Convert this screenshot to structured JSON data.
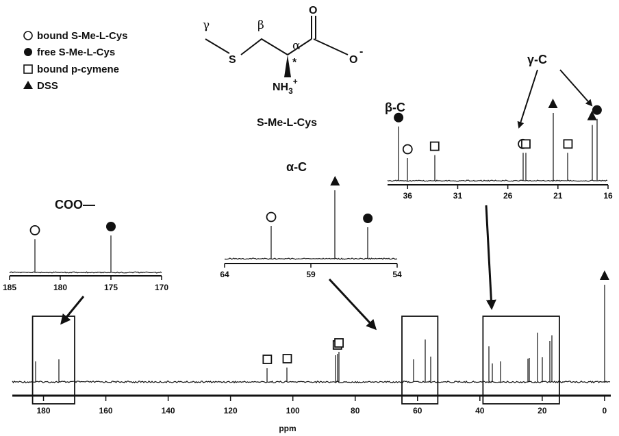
{
  "legend": {
    "items": [
      {
        "marker": "circle-open",
        "text": "bound S-Me-L-Cys"
      },
      {
        "marker": "circle-filled",
        "text": "free S-Me-L-Cys"
      },
      {
        "marker": "square-open",
        "text": "bound p-cymene"
      },
      {
        "marker": "triangle-filled",
        "text": "DSS"
      }
    ]
  },
  "structure": {
    "label_gamma": "γ",
    "label_beta": "β",
    "label_alpha": "α",
    "atom_S": "S",
    "atom_O": "O",
    "atom_Ominus": "O",
    "charge_minus": "-",
    "amine": "NH",
    "amine_sub": "3",
    "amine_sup": "+",
    "chiral_star": "*",
    "name": "S-Me-L-Cys"
  },
  "chart_data": [
    {
      "type": "line",
      "role": "full-spectrum",
      "xlabel": "ppm",
      "ylabel": "",
      "xlim": [
        190,
        -2
      ],
      "xticks": [
        180,
        160,
        140,
        120,
        100,
        80,
        60,
        40,
        20,
        0
      ],
      "peaks": [
        {
          "ppm": 182.5,
          "height": 0.3
        },
        {
          "ppm": 175.0,
          "height": 0.33
        },
        {
          "ppm": 108.2,
          "height": 0.2,
          "marker": "square-open"
        },
        {
          "ppm": 101.8,
          "height": 0.21,
          "marker": "square-open"
        },
        {
          "ppm": 86.3,
          "height": 0.39
        },
        {
          "ppm": 85.7,
          "height": 0.41,
          "marker": "square-open"
        },
        {
          "ppm": 85.2,
          "height": 0.44,
          "marker": "square-open"
        },
        {
          "ppm": 61.3,
          "height": 0.33
        },
        {
          "ppm": 57.6,
          "height": 0.62
        },
        {
          "ppm": 55.7,
          "height": 0.37
        },
        {
          "ppm": 37.2,
          "height": 0.52
        },
        {
          "ppm": 36.0,
          "height": 0.27
        },
        {
          "ppm": 33.3,
          "height": 0.3
        },
        {
          "ppm": 24.6,
          "height": 0.34
        },
        {
          "ppm": 24.2,
          "height": 0.35
        },
        {
          "ppm": 21.5,
          "height": 0.72
        },
        {
          "ppm": 20.0,
          "height": 0.36
        },
        {
          "ppm": 17.6,
          "height": 0.6
        },
        {
          "ppm": 16.9,
          "height": 0.68
        },
        {
          "ppm": 0.0,
          "height": 1.42,
          "marker": "triangle-filled"
        }
      ],
      "highlight_boxes": [
        [
          183.5,
          170.0
        ],
        [
          65.0,
          53.5
        ],
        [
          39.0,
          14.5
        ]
      ]
    },
    {
      "type": "line",
      "role": "inset",
      "title": "COO—",
      "xlim": [
        185,
        170
      ],
      "xticks": [
        185,
        180,
        175,
        170
      ],
      "peaks": [
        {
          "ppm": 182.5,
          "height": 0.9,
          "marker": "circle-open"
        },
        {
          "ppm": 175.0,
          "height": 1.0,
          "marker": "circle-filled"
        }
      ]
    },
    {
      "type": "line",
      "role": "inset",
      "title": "α-C",
      "xlim": [
        64,
        54
      ],
      "xticks": [
        64,
        59,
        54
      ],
      "peaks": [
        {
          "ppm": 61.3,
          "height": 0.48,
          "marker": "circle-open"
        },
        {
          "ppm": 57.6,
          "height": 1.0,
          "marker": "triangle-filled"
        },
        {
          "ppm": 55.7,
          "height": 0.46,
          "marker": "circle-filled"
        }
      ]
    },
    {
      "type": "line",
      "role": "inset",
      "title": "β-C",
      "title2": "γ-C",
      "xlim": [
        38,
        16
      ],
      "xticks": [
        36,
        31,
        26,
        21,
        16
      ],
      "peaks": [
        {
          "ppm": 36.9,
          "height": 0.72,
          "marker": "circle-filled"
        },
        {
          "ppm": 36.0,
          "height": 0.3,
          "marker": "circle-open"
        },
        {
          "ppm": 33.3,
          "height": 0.34,
          "marker": "square-open"
        },
        {
          "ppm": 24.5,
          "height": 0.37,
          "marker": "circle-open"
        },
        {
          "ppm": 24.2,
          "height": 0.37,
          "marker": "square-open"
        },
        {
          "ppm": 21.5,
          "height": 0.9,
          "marker": "triangle-filled"
        },
        {
          "ppm": 20.0,
          "height": 0.37,
          "marker": "square-open"
        },
        {
          "ppm": 17.6,
          "height": 0.74,
          "marker": "triangle-filled"
        },
        {
          "ppm": 17.1,
          "height": 0.82,
          "marker": "circle-filled"
        }
      ]
    }
  ]
}
